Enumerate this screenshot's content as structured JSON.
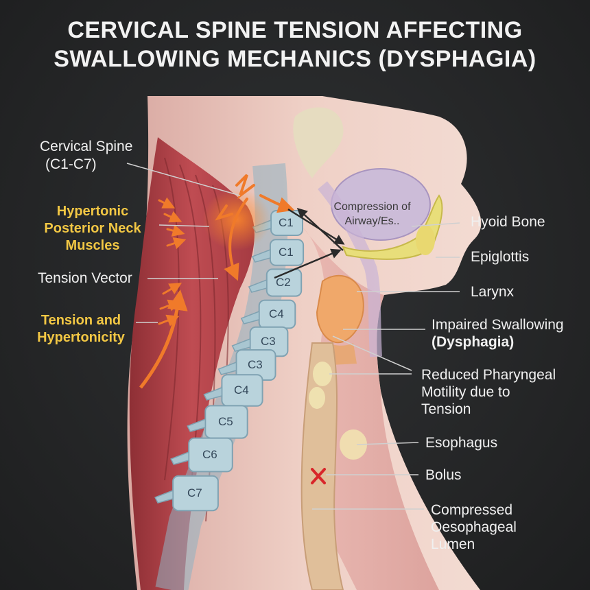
{
  "title": {
    "line1": "CERVICAL SPINE TENSION AFFECTING",
    "line2": "SWALLOWING MECHANICS (DYSPHAGIA)"
  },
  "labels_left": {
    "cervical_spine_line1": "Cervical Spine",
    "cervical_spine_line2": "(C1-C7)",
    "hypertonic_line1": "Hypertonic",
    "hypertonic_line2": "Posterior Neck",
    "hypertonic_line3": "Muscles",
    "tension_vector": "Tension Vector",
    "tension_hyper_line1": "Tension and",
    "tension_hyper_line2": "Hypertonicity"
  },
  "labels_inner": {
    "compression_line1": "Compression of",
    "compression_line2": "Airway/Es.."
  },
  "labels_right": {
    "hyoid_bone": "Hyoid Bone",
    "epiglottis": "Epiglottis",
    "larynx": "Larynx",
    "impaired_line1": "Impaired Swallowing",
    "impaired_line2": "(Dysphagia)",
    "reduced_line1": "Reduced Pharyngeal",
    "reduced_line2": "Motility due to",
    "reduced_line3": "Tension",
    "esophagus": "Esophagus",
    "bolus": "Bolus",
    "compressed_line1": "Compressed",
    "compressed_line2": "Oesophageal",
    "compressed_line3": "Lumen"
  },
  "vertebrae": [
    "C1",
    "C1",
    "C2",
    "C4",
    "C3",
    "C3",
    "C4",
    "C5",
    "C6",
    "C7"
  ],
  "colors": {
    "background": "#252627",
    "accent_yellow": "#f2c744",
    "tension_orange": "#f07a2a",
    "muscle_red": "#b8444a",
    "bone_blue": "#b9d3dc",
    "skin": "#efd0c6",
    "marker_red": "#d8262a"
  }
}
